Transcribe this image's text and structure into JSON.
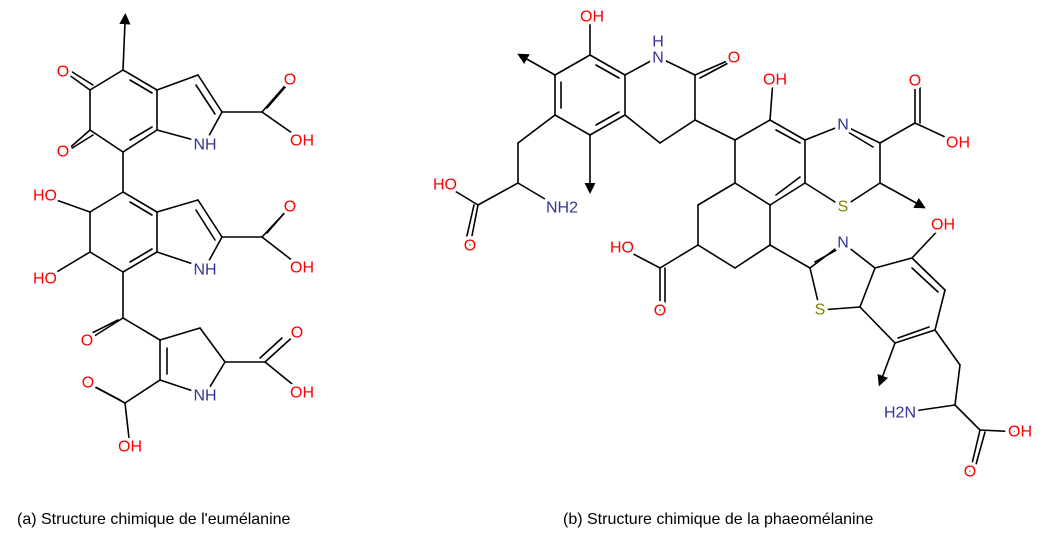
{
  "colors": {
    "oxygen": "#ff0000",
    "nitrogen": "#333399",
    "sulfur": "#808000",
    "carbon": "#000000"
  },
  "molecule_a": {
    "caption": "(a) Structure chimique de l'eumélanine",
    "labels": [
      "O",
      "O",
      "NH",
      "O",
      "OH",
      "HO",
      "HO",
      "NH",
      "O",
      "OH",
      "O",
      "NH",
      "O",
      "OH",
      "O",
      "OH"
    ]
  },
  "molecule_b": {
    "caption": "(b) Structure chimique de la phaeomélanine",
    "labels": [
      "OH",
      "N",
      "H",
      "O",
      "HO",
      "O",
      "NH2",
      "OH",
      "N",
      "O",
      "OH",
      "S",
      "HO",
      "O",
      "N",
      "S",
      "OH",
      "H2N",
      "O",
      "OH"
    ]
  }
}
